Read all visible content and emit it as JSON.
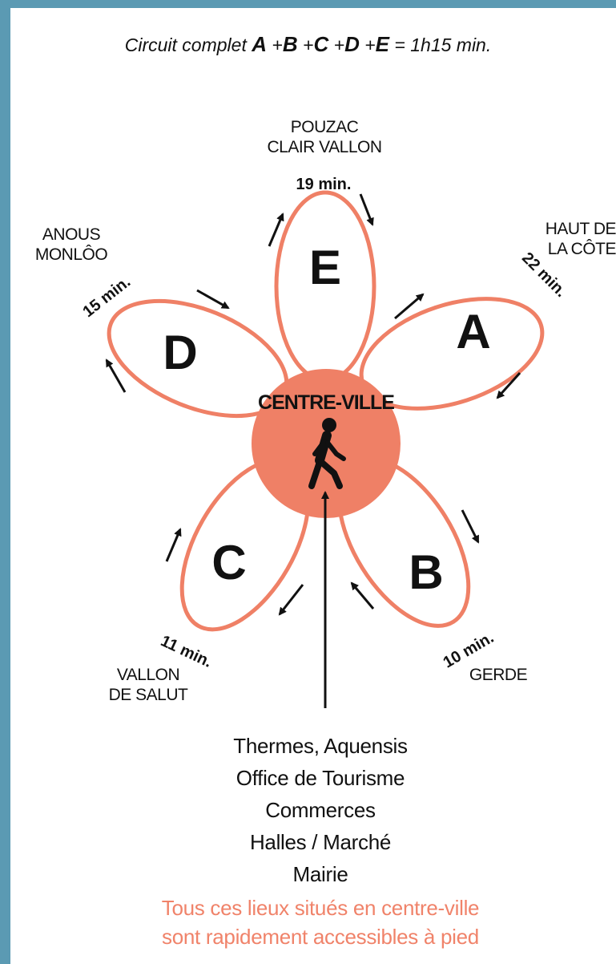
{
  "title": {
    "prefix": "Circuit complet",
    "loops": [
      "A",
      "B",
      "C",
      "D",
      "E"
    ],
    "equals": "=",
    "suffix": "1h15 min."
  },
  "center": {
    "label": "CENTRE-VILLE",
    "icon": "walking-person-icon"
  },
  "loops": [
    {
      "letter": "A",
      "time": "22 min.",
      "place": [
        "HAUT DE",
        "LA CÔTE"
      ]
    },
    {
      "letter": "B",
      "time": "10 min.",
      "place": [
        "GERDE"
      ]
    },
    {
      "letter": "C",
      "time": "11 min.",
      "place": [
        "VALLON",
        "DE SALUT"
      ]
    },
    {
      "letter": "D",
      "time": "15 min.",
      "place": [
        "ANOUS",
        "MONLÔO"
      ]
    },
    {
      "letter": "E",
      "time": "19 min.",
      "place": [
        "POUZAC",
        "CLAIR VALLON"
      ]
    }
  ],
  "destinations": [
    "Thermes, Aquensis",
    "Office de Tourisme",
    "Commerces",
    "Halles / Marché",
    "Mairie"
  ],
  "note": [
    "Tous ces lieux situés en centre-ville",
    "sont rapidement accessibles à pied"
  ],
  "colors": {
    "petal": "#ef8066",
    "border": "#5b9ab3",
    "note": "#f0836a",
    "text": "#111111"
  }
}
